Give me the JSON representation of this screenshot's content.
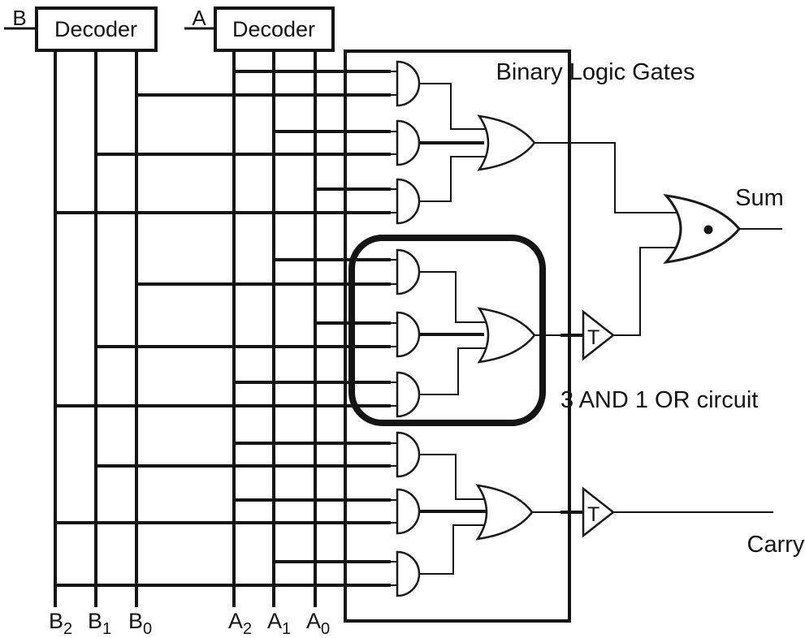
{
  "diagram": {
    "title": "Binary Logic Gates",
    "annotation": "3 AND 1 OR circuit",
    "sum_label": "Sum",
    "carry_label": "Carry",
    "buffer_label": "T",
    "decoder_b": {
      "input_label": "B",
      "label": "Decoder"
    },
    "decoder_a": {
      "input_label": "A",
      "label": "Decoder"
    },
    "bus_labels": [
      {
        "base": "B",
        "sub": "2"
      },
      {
        "base": "B",
        "sub": "1"
      },
      {
        "base": "B",
        "sub": "0"
      },
      {
        "base": "A",
        "sub": "2"
      },
      {
        "base": "A",
        "sub": "1"
      },
      {
        "base": "A",
        "sub": "0"
      }
    ],
    "gate_groups": [
      {
        "position": "top",
        "and_gates": [
          "A2·B0",
          "A1·B1",
          "A0·B2"
        ],
        "or_output_to": "Sum gate upper input"
      },
      {
        "position": "middle-boxed",
        "and_gates": [
          "A1·B0",
          "A0·B1",
          "A2·B2"
        ],
        "or_output_to": "T buffer then Sum gate lower input"
      },
      {
        "position": "bottom",
        "and_gates": [
          "A2·B1",
          "A2·B2",
          "A1·B2"
        ],
        "or_output_to": "T buffer then Carry"
      }
    ]
  }
}
